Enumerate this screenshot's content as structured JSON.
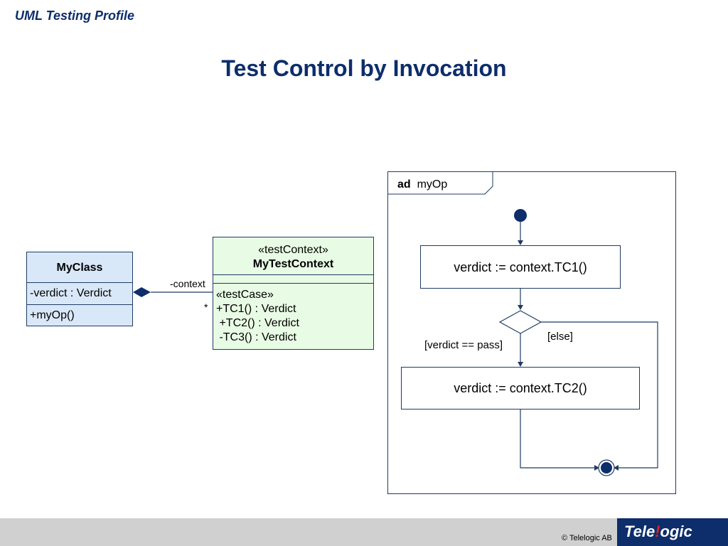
{
  "header": {
    "title": "UML Testing Profile"
  },
  "slide_title": "Test Control by Invocation",
  "my_class": {
    "name": "MyClass",
    "attribute": "-verdict : Verdict",
    "operation": "+myOp()"
  },
  "association": {
    "role": "-context",
    "multiplicity": "*"
  },
  "test_context": {
    "stereotype": "«testContext»",
    "name": "MyTestContext",
    "ops_stereotype": "«testCase»",
    "operations": [
      "+TC1() : Verdict",
      " +TC2() : Verdict",
      " -TC3() : Verdict"
    ]
  },
  "activity": {
    "frame_kind": "ad",
    "frame_name": "myOp",
    "action1": "verdict := context.TC1()",
    "action2": "verdict := context.TC2()",
    "guard_pass": "[verdict == pass]",
    "guard_else": "[else]"
  },
  "footer": {
    "copyright": "© Telelogic AB",
    "logo_prefix": "Tele",
    "logo_mark": "!",
    "logo_suffix": "ogic"
  },
  "colors": {
    "title": "#0d2d6b",
    "class_fill": "#d9e8f8",
    "context_fill": "#e8fbe4",
    "line": "#1f3b63",
    "footer": "#d0d0d0"
  }
}
